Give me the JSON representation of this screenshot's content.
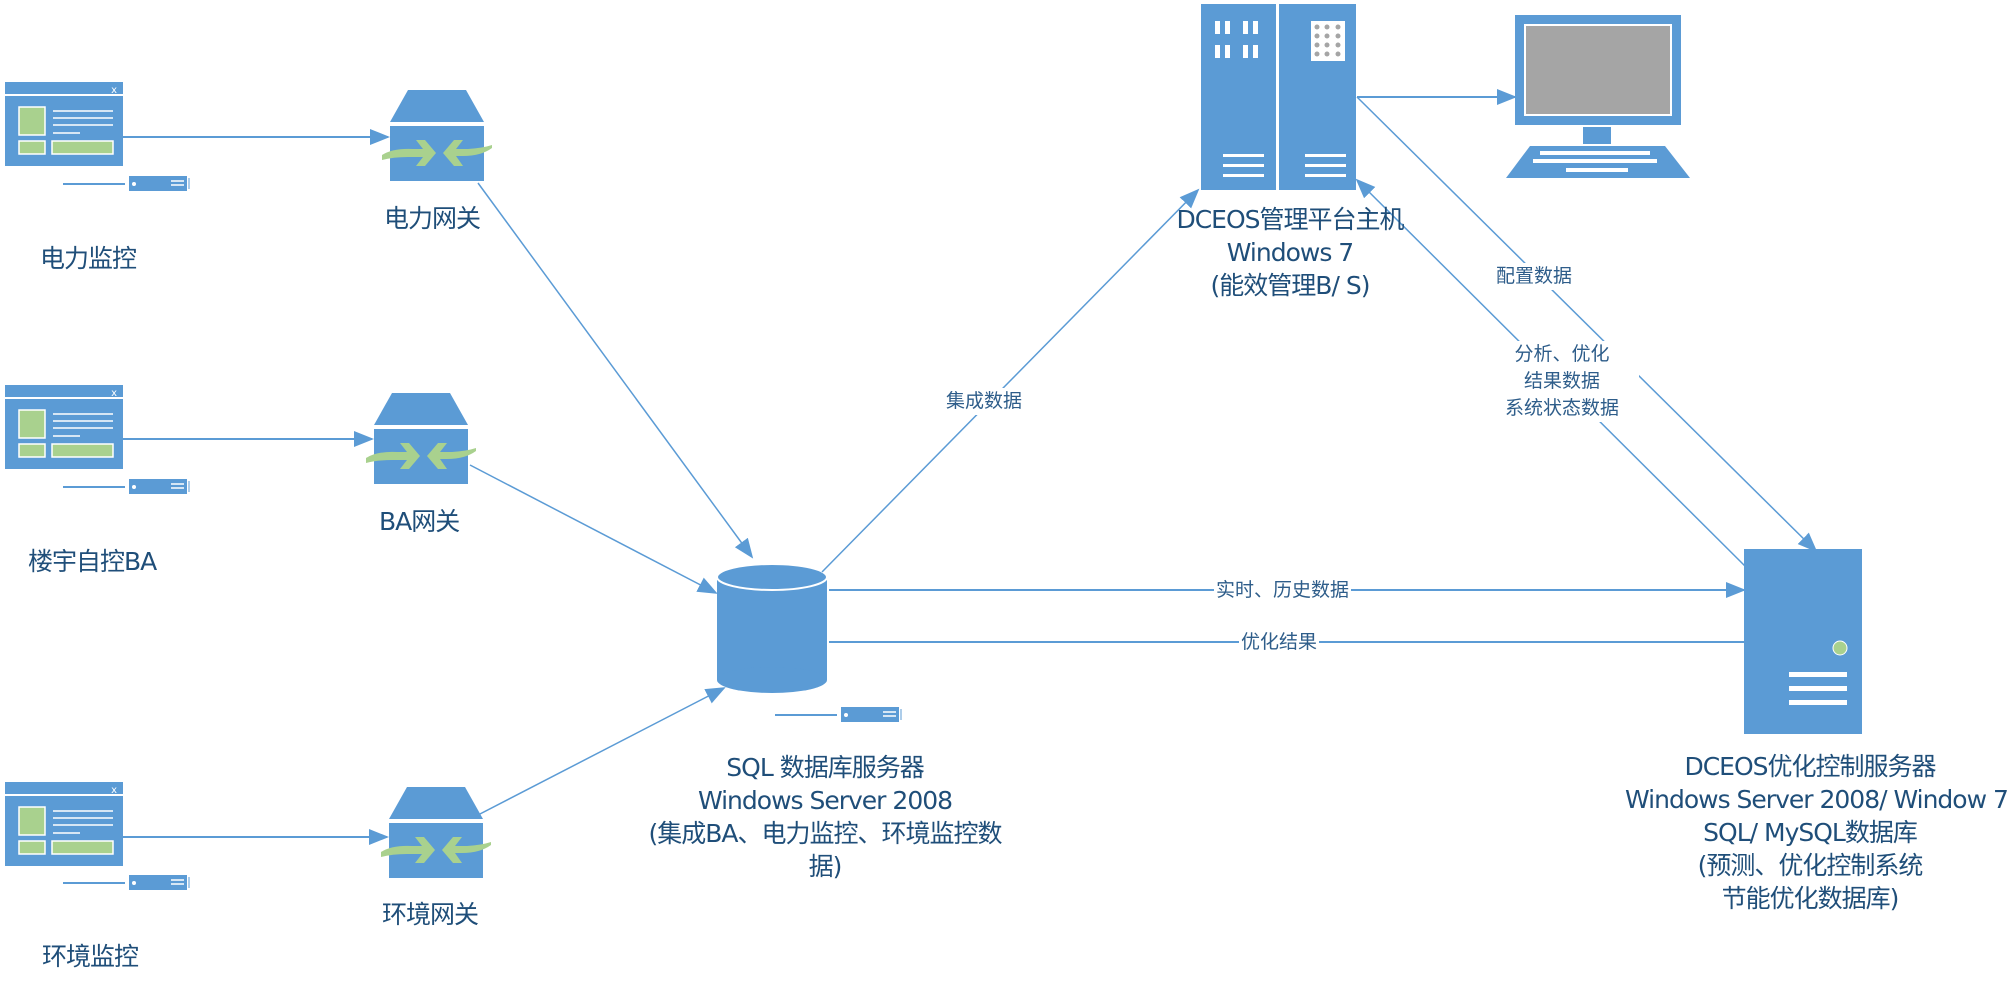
{
  "colors": {
    "primary": "#5b9bd5",
    "accent_green": "#a9d18e",
    "screen_gray": "#a5a5a5",
    "text": "#1f4e79",
    "background": "#ffffff"
  },
  "nodes": {
    "power_monitor": {
      "label": "电力监控",
      "icon": "app-window-icon"
    },
    "ba_monitor": {
      "label": "楼宇自控BA",
      "icon": "app-window-icon"
    },
    "env_monitor": {
      "label": "环境监控",
      "icon": "app-window-icon"
    },
    "power_gateway": {
      "label": "电力网关",
      "icon": "gateway-icon"
    },
    "ba_gateway": {
      "label": "BA网关",
      "icon": "gateway-icon"
    },
    "env_gateway": {
      "label": "环境网关",
      "icon": "gateway-icon"
    },
    "sql_server": {
      "icon": "database-icon",
      "lines": [
        "SQL 数据库服务器",
        "Windows Server 2008",
        "(集成BA、电力监控、环境监控数",
        "据)"
      ]
    },
    "mgmt_host": {
      "icon": "server-rack-icon",
      "lines": [
        "DCEOS管理平台主机",
        "Windows 7",
        "(能效管理B/ S)"
      ]
    },
    "client_pc": {
      "icon": "desktop-computer-icon"
    },
    "opt_server": {
      "icon": "tower-server-icon",
      "lines": [
        "DCEOS优化控制服务器",
        "Windows Server 2008/ Window 7",
        "SQL/ MySQL数据库",
        "(预测、优化控制系统",
        "节能优化数据库)"
      ]
    }
  },
  "edges": {
    "integrate": "集成数据",
    "config": "配置数据",
    "analysis": [
      "分析、优化",
      "结果数据",
      "系统状态数据"
    ],
    "realtime": "实时、历史数据",
    "opt_result": "优化结果"
  }
}
